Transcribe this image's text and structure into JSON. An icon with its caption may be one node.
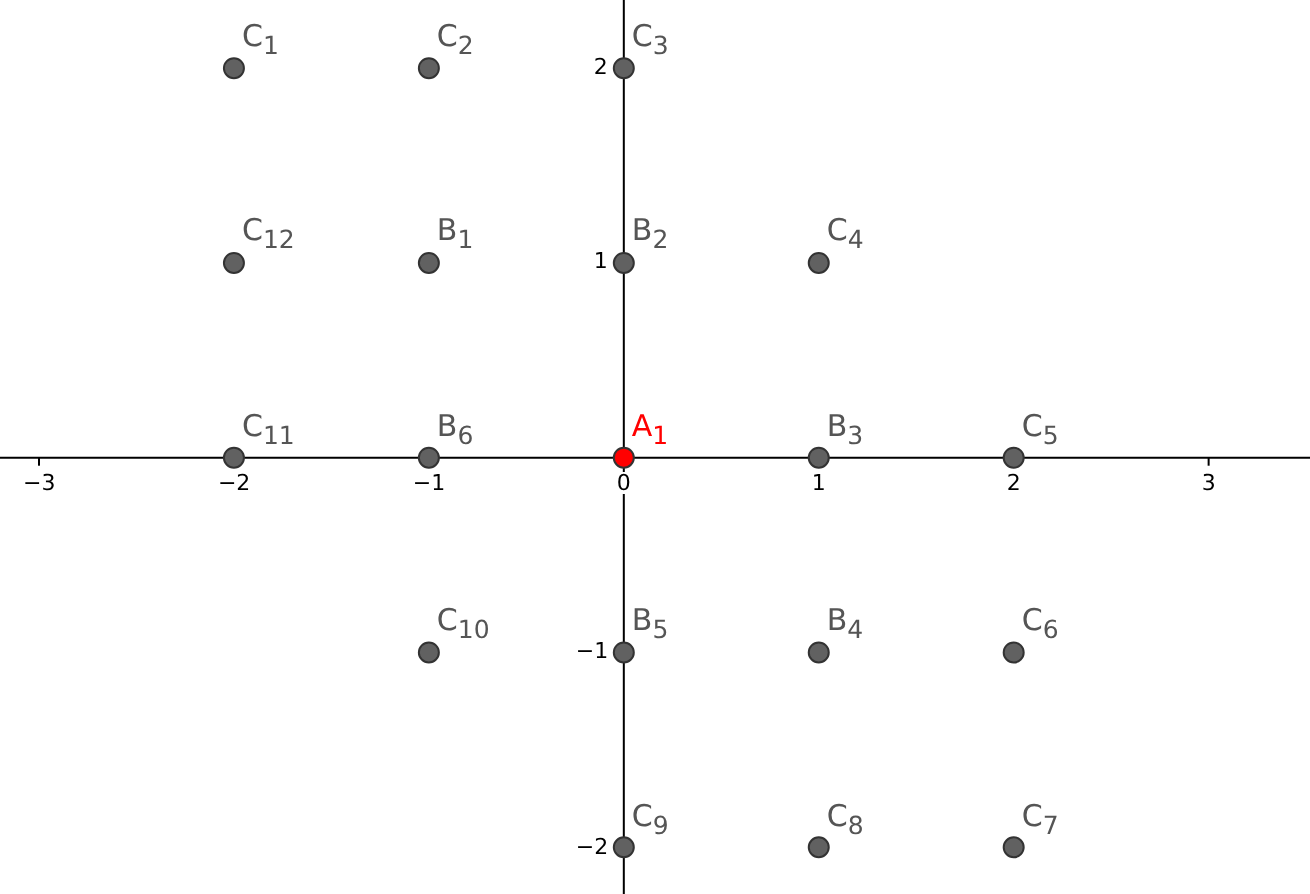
{
  "diagram": {
    "chart_data": {
      "type": "scatter",
      "xlim": [
        -3.2,
        3.52
      ],
      "ylim": [
        -2.24,
        2.35
      ],
      "xticks": [
        -3,
        -2,
        -1,
        0,
        1,
        2,
        3
      ],
      "yticks": [
        -2,
        -1,
        1,
        2
      ],
      "series": [
        {
          "color": "#616161",
          "x": [
            -2,
            -1,
            0,
            -2,
            -1,
            0,
            1,
            -2,
            -1,
            1,
            2,
            -1,
            0,
            1,
            2,
            0,
            1,
            2
          ],
          "values": [
            2,
            2,
            2,
            1,
            1,
            1,
            1,
            0,
            0,
            0,
            0,
            -1,
            -1,
            -1,
            -1,
            -2,
            -2,
            -2
          ]
        },
        {
          "color": "#ff0000",
          "x": [
            0
          ],
          "values": [
            0
          ]
        }
      ],
      "annotations": [
        {
          "x": -2,
          "y": 2,
          "text": "C$_{1}$"
        },
        {
          "x": -1,
          "y": 2,
          "text": "C$_{2}$"
        },
        {
          "x": 0,
          "y": 2,
          "text": "C$_{3}$"
        },
        {
          "x": -2,
          "y": 1,
          "text": "C$_{12}$"
        },
        {
          "x": -1,
          "y": 1,
          "text": "B$_{1}$"
        },
        {
          "x": 0,
          "y": 1,
          "text": "B$_{2}$"
        },
        {
          "x": 1,
          "y": 1,
          "text": "C$_{4}$"
        },
        {
          "x": -2,
          "y": 0,
          "text": "C$_{11}$"
        },
        {
          "x": -1,
          "y": 0,
          "text": "B$_{6}$"
        },
        {
          "x": 0,
          "y": 0,
          "text": "A$_{1}$"
        },
        {
          "x": 1,
          "y": 0,
          "text": "B$_{3}$"
        },
        {
          "x": 2,
          "y": 0,
          "text": "C$_{5}$"
        },
        {
          "x": -1,
          "y": -1,
          "text": "C$_{10}$"
        },
        {
          "x": 0,
          "y": -1,
          "text": "B$_{5}$"
        },
        {
          "x": 1,
          "y": -1,
          "text": "B$_{4}$"
        },
        {
          "x": 2,
          "y": -1,
          "text": "C$_{6}$"
        },
        {
          "x": 0,
          "y": -2,
          "text": "C$_{9}$"
        },
        {
          "x": 1,
          "y": -2,
          "text": "C$_{8}$"
        },
        {
          "x": 2,
          "y": -2,
          "text": "C$_{7}$"
        }
      ]
    }
  }
}
